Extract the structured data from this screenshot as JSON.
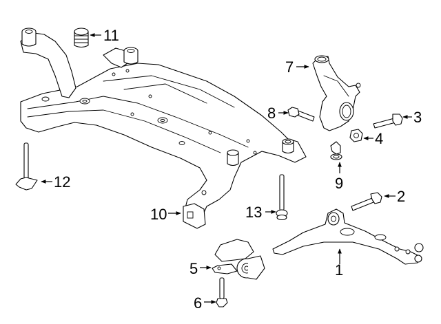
{
  "diagram": {
    "type": "exploded-parts-diagram",
    "subject": "front suspension crossmember and lower control arm",
    "callouts": [
      {
        "id": "1",
        "label": "1",
        "part": "lower-control-arm"
      },
      {
        "id": "2",
        "label": "2",
        "part": "control-arm-bolt"
      },
      {
        "id": "3",
        "label": "3",
        "part": "knuckle-bolt"
      },
      {
        "id": "4",
        "label": "4",
        "part": "nut"
      },
      {
        "id": "5",
        "label": "5",
        "part": "control-arm-bushing-bracket"
      },
      {
        "id": "6",
        "label": "6",
        "part": "bracket-bolt"
      },
      {
        "id": "7",
        "label": "7",
        "part": "steering-knuckle"
      },
      {
        "id": "8",
        "label": "8",
        "part": "knuckle-pinch-bolt"
      },
      {
        "id": "9",
        "label": "9",
        "part": "ball-joint-clip"
      },
      {
        "id": "10",
        "label": "10",
        "part": "crossmember"
      },
      {
        "id": "11",
        "label": "11",
        "part": "crossmember-bushing"
      },
      {
        "id": "12",
        "label": "12",
        "part": "crossmember-stud-bolt"
      },
      {
        "id": "13",
        "label": "13",
        "part": "crossmember-bolt"
      }
    ]
  }
}
